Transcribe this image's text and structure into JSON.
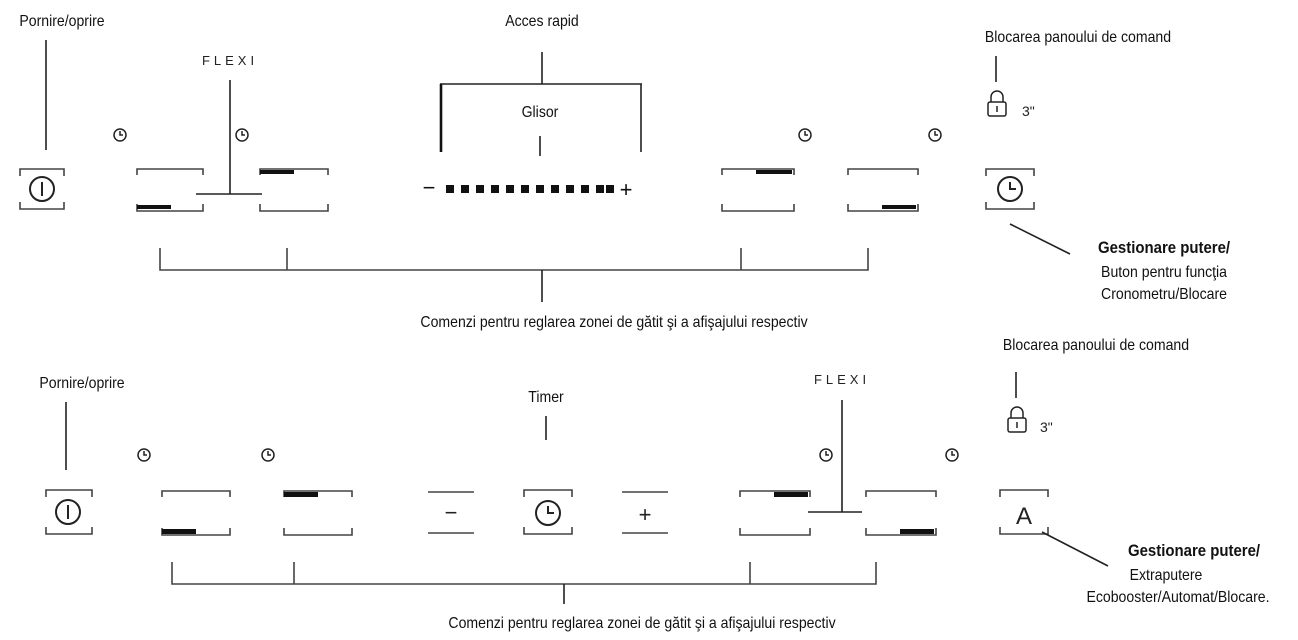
{
  "panel1": {
    "power_label": "Pornire/oprire",
    "flexi_label": "FLEXI",
    "quick_access_label": "Acces rapid",
    "slider_label": "Glisor",
    "slider_minus": "−",
    "slider_plus": "+",
    "lock_label": "Blocarea panoului de comand",
    "lock_seconds": "3\"",
    "power_mgmt_title": "Gestionare putere/",
    "power_mgmt_line2": "Buton pentru funcţia",
    "power_mgmt_line3": "Cronometru/Blocare",
    "zones_caption": "Comenzi pentru reglarea zonei de gătit şi a afişajului respectiv"
  },
  "panel2": {
    "power_label": "Pornire/oprire",
    "timer_label": "Timer",
    "flexi_label": "FLEXI",
    "minus": "−",
    "plus": "+",
    "auto_key": "A",
    "lock_label": "Blocarea panoului de comand",
    "lock_seconds": "3\"",
    "power_mgmt_title": "Gestionare putere/",
    "power_mgmt_line2": "Extraputere",
    "power_mgmt_line3": "Ecobooster/Automat/Blocare.",
    "zones_caption": "Comenzi pentru reglarea zonei de gătit şi a afişajului respectiv"
  },
  "colors": {
    "ink": "#111111",
    "line": "#222222"
  }
}
